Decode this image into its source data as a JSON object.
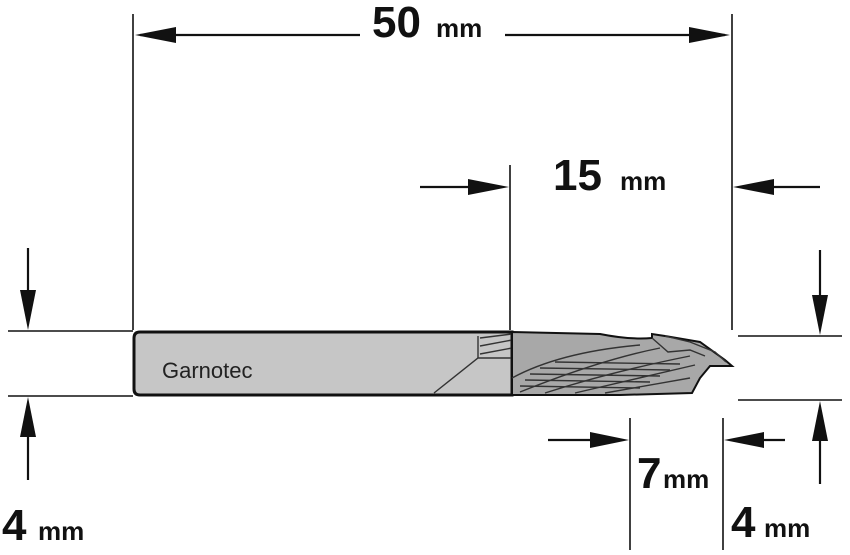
{
  "dimensions": {
    "overall_length": {
      "value": "50",
      "unit": "mm"
    },
    "cutting_length": {
      "value": "15",
      "unit": "mm"
    },
    "shank_diameter": {
      "value": "4",
      "unit": "mm"
    },
    "flute_section": {
      "value": "7",
      "unit": "mm"
    },
    "cutting_diameter": {
      "value": "4",
      "unit": "mm"
    }
  },
  "brand": "Garnotec",
  "colors": {
    "line": "#111111",
    "shank": "#c6c6c6",
    "flute": "#a8a8a8"
  }
}
